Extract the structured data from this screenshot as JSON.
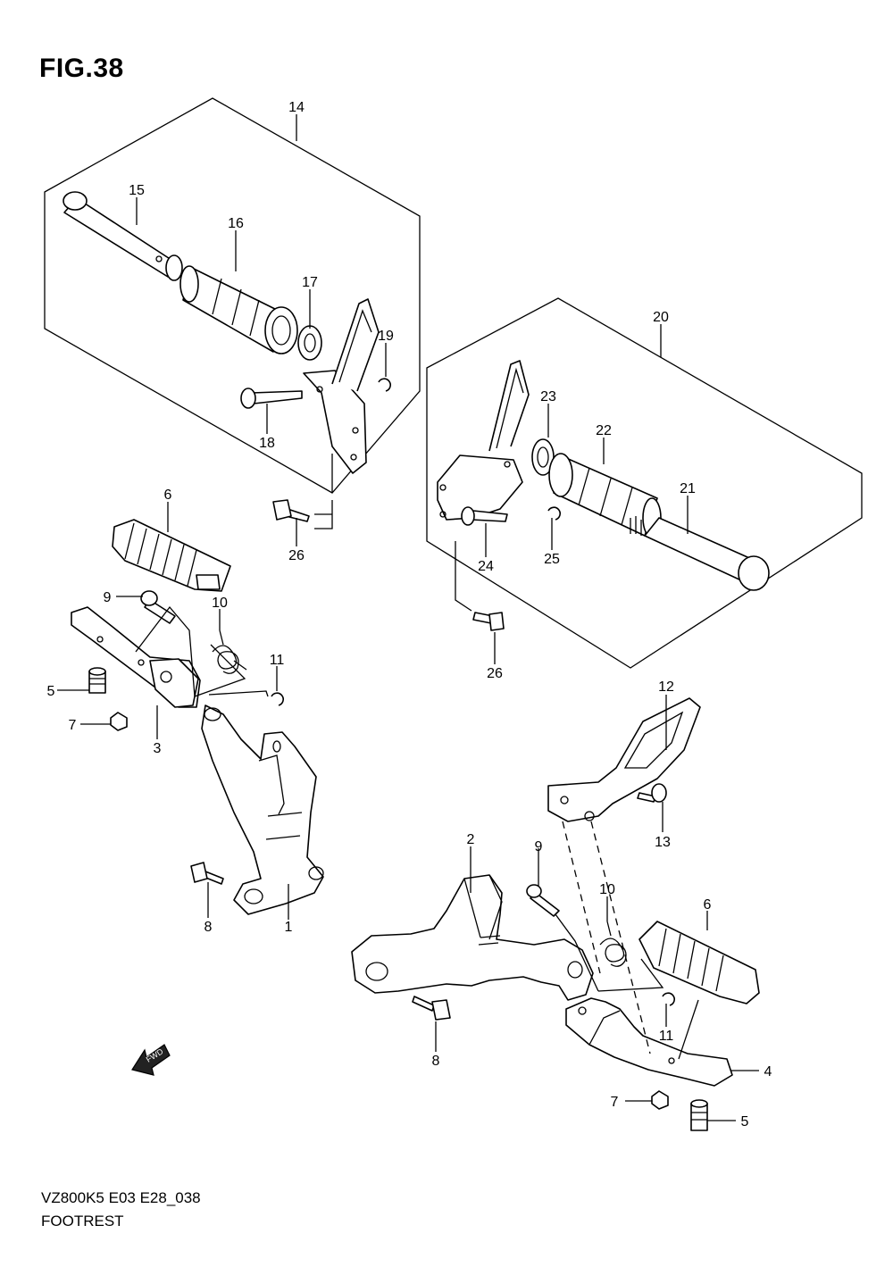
{
  "figure": {
    "title": "FIG.38",
    "model_code": "VZ800K5 E03 E28_038",
    "caption": "FOOTREST"
  },
  "callouts": {
    "c1": "1",
    "c2": "2",
    "c3": "3",
    "c4": "4",
    "c5a": "5",
    "c5b": "5",
    "c6a": "6",
    "c6b": "6",
    "c7a": "7",
    "c7b": "7",
    "c8a": "8",
    "c8b": "8",
    "c9a": "9",
    "c9b": "9",
    "c10a": "10",
    "c10b": "10",
    "c11a": "11",
    "c11b": "11",
    "c12": "12",
    "c13": "13",
    "c14": "14",
    "c15": "15",
    "c16": "16",
    "c17": "17",
    "c18": "18",
    "c19": "19",
    "c20": "20",
    "c21": "21",
    "c22": "22",
    "c23": "23",
    "c24": "24",
    "c25": "25",
    "c26a": "26",
    "c26b": "26"
  },
  "fwd_arrow": {
    "label": "FWD",
    "icon": "forward-arrow-icon"
  }
}
